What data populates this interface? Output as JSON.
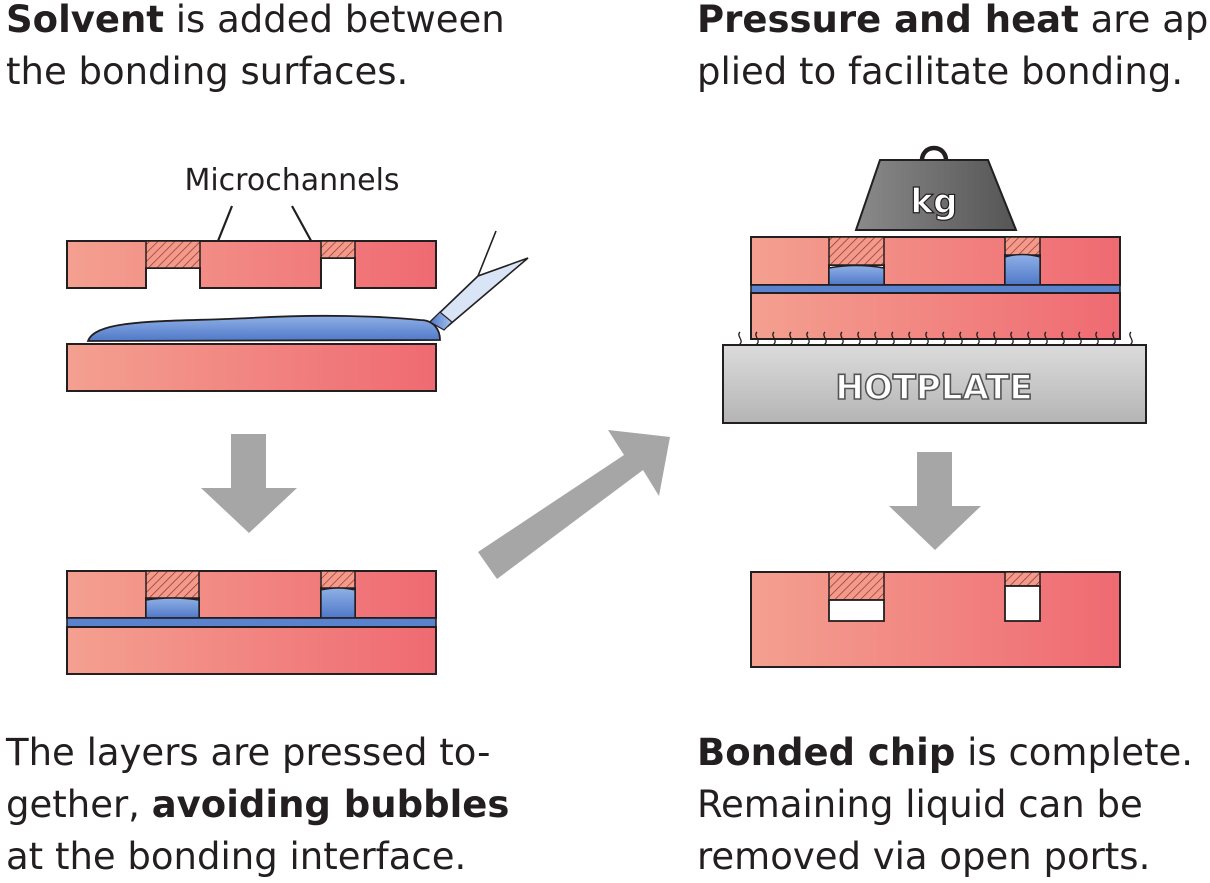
{
  "captions": {
    "top_left": {
      "line1_bold": "Solvent",
      "line1_rest": " is added between",
      "line2": "the bonding surfaces."
    },
    "top_right": {
      "line1_bold": "Pressure and heat",
      "line1_rest": " are ap-",
      "line2": "plied to facilitate bonding."
    },
    "bottom_left": {
      "line1": "The layers are pressed to-",
      "line2_pre": "gether, ",
      "line2_bold": "avoiding bubbles",
      "line3": "at the bonding interface."
    },
    "bottom_right": {
      "line1_bold": "Bonded chip",
      "line1_rest": " is complete.",
      "line2": "Remaining liquid can be",
      "line3": "removed via open ports."
    }
  },
  "labels": {
    "microchannels": "Microchannels",
    "weight": "kg",
    "hotplate": "HOTPLATE"
  },
  "colors": {
    "layer_start": "#f4a090",
    "layer_end": "#ef6a72",
    "solvent_light": "#8fb0e6",
    "solvent_dark": "#4f78c8",
    "arrow": "#a6a6a6",
    "hotplate": "#c8c8c8",
    "weight": "#6e6e6e"
  }
}
